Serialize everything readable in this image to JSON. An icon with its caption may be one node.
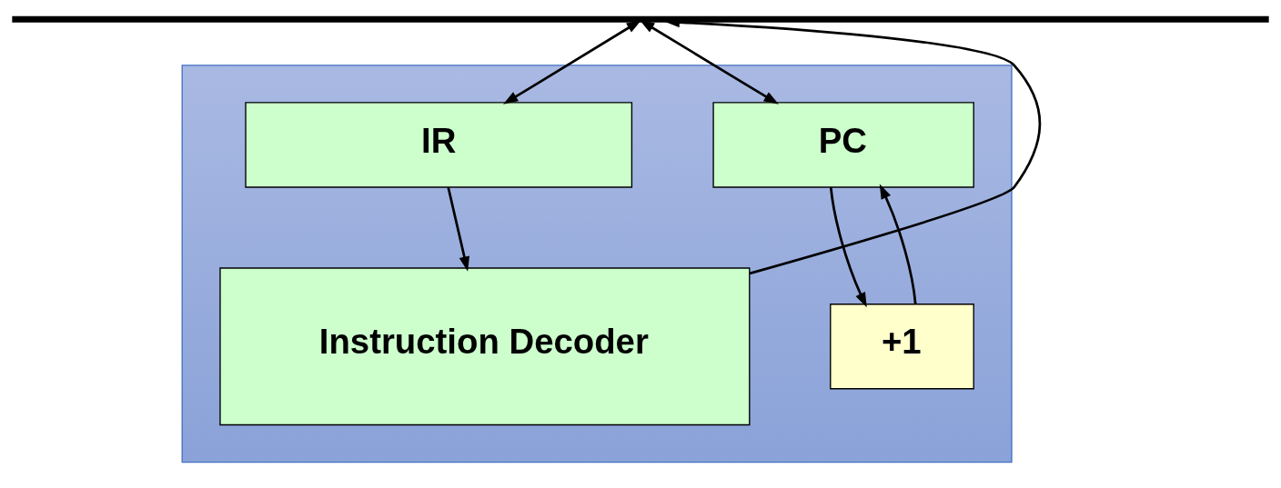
{
  "diagram": {
    "nodes": [
      {
        "text": [],
        "shape": "bar"
      },
      {
        "text": [],
        "shape": "box"
      },
      {
        "text": [
          "PC"
        ],
        "in": 1
      },
      {
        "text": [
          "IR"
        ],
        "in": 1
      },
      {
        "text": [
          "+1"
        ],
        "in": 1
      },
      {
        "text": [
          "Instruction Decoder"
        ],
        "in": 1
      }
    ],
    "edges": [
      {
        "from": 0,
        "to": 2,
        "arrow": "both"
      },
      {
        "from": 0,
        "to": 3,
        "arrow": "both"
      },
      {
        "from": 2,
        "to": 4,
        "arrow": "to"
      },
      {
        "from": 4,
        "to": 2,
        "arrow": "to"
      },
      {
        "from": 3,
        "to": 5,
        "arrow": "to"
      },
      {
        "from": 5,
        "to": 0,
        "arrow": "to"
      }
    ]
  }
}
